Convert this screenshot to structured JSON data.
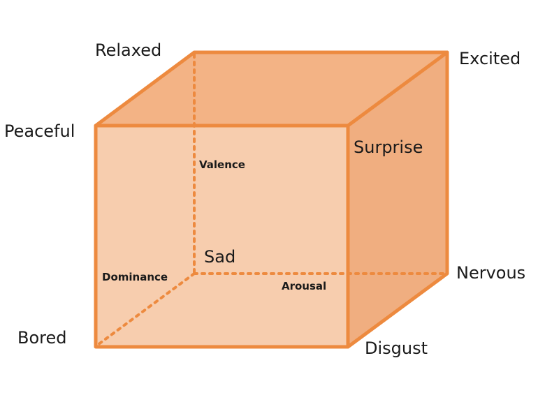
{
  "colors": {
    "edge": "#ED8A3F",
    "front_face": "#F7CDAE",
    "top_face": "#F3B385",
    "side_face": "#F0AE80",
    "dotted_axis": "#ED8A3F",
    "text": "#1a1a1a"
  },
  "corner_labels": {
    "relaxed": "Relaxed",
    "excited": "Excited",
    "peaceful": "Peaceful",
    "surprise": "Surprise",
    "sad": "Sad",
    "nervous": "Nervous",
    "bored": "Bored",
    "disgust": "Disgust"
  },
  "axis_labels": {
    "valence": "Valence",
    "dominance": "Dominance",
    "arousal": "Arousal"
  }
}
